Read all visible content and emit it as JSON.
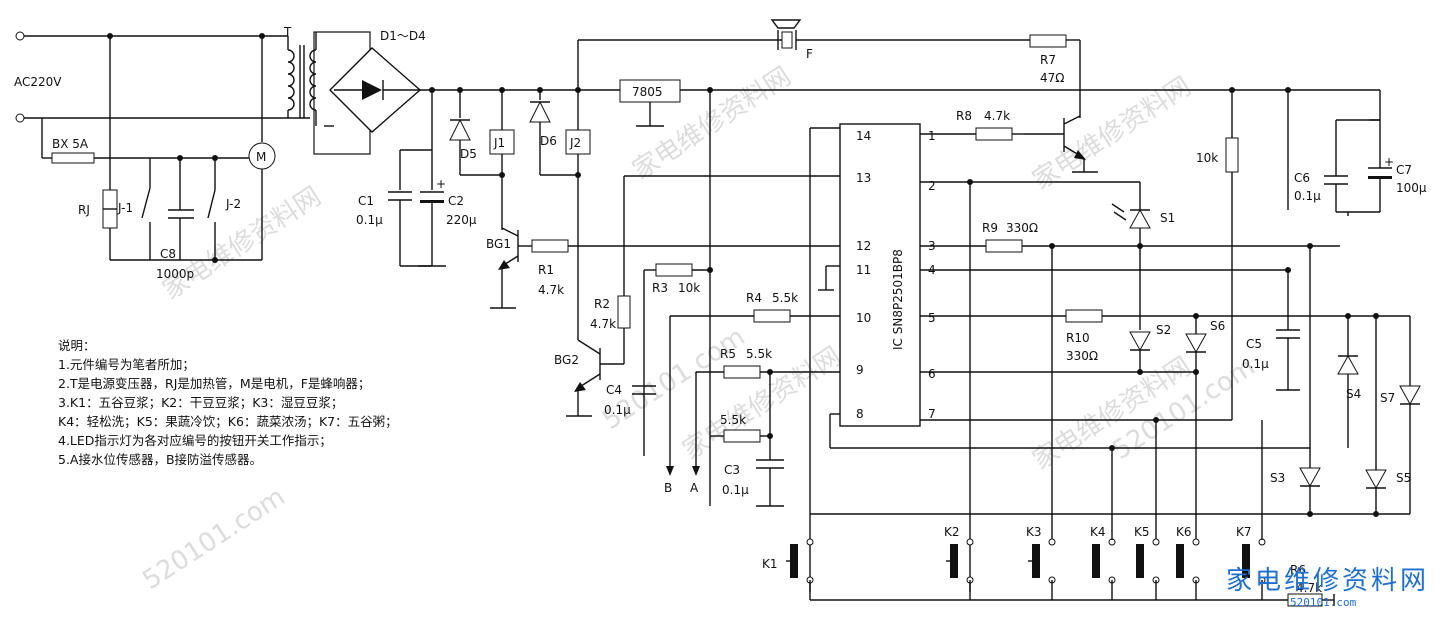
{
  "diagram": {
    "supply": "AC220V",
    "transformer": "T",
    "bridge": "D1～D4",
    "fuse": "BX 5A",
    "heater": "RJ",
    "motor": "M",
    "relay_contact_1": "J-1",
    "relay_contact_2": "J-2",
    "c8": "C8",
    "c8_value": "1000p",
    "c1": "C1",
    "c1_value": "0.1μ",
    "c2": "C2",
    "c2_value": "220μ",
    "d5": "D5",
    "d6": "D6",
    "j1": "J1",
    "j2": "J2",
    "regulator": "7805",
    "buzzer": "F",
    "r7": "R7",
    "r7_value": "47Ω",
    "r8": "R8",
    "r8_value": "4.7k",
    "r_10k": "10k",
    "c6": "C6",
    "c6_value": "0.1μ",
    "c7": "C7",
    "c7_value": "100μ",
    "ic": "IC SN8P2501BP8",
    "pins": [
      "14",
      "1",
      "13",
      "2",
      "12",
      "3",
      "11",
      "4",
      "10",
      "5",
      "9",
      "6",
      "8",
      "7"
    ],
    "bg1": "BG1",
    "bg2": "BG2",
    "r1": "R1",
    "r1_value": "4.7k",
    "r2": "R2",
    "r2_value": "4.7k",
    "r3": "R3",
    "r3_value": "10k",
    "r4": "R4",
    "r4_value": "5.5k",
    "r5": "R5",
    "r5_value": "5.5k",
    "r_5k5": "5.5k",
    "r9": "R9",
    "r9_value": "330Ω",
    "r10": "R10",
    "r10_value": "330Ω",
    "c3": "C3",
    "c3_value": "0.1μ",
    "c4": "C4",
    "c4_value": "0.1μ",
    "c5": "C5",
    "c5_value": "0.1μ",
    "b": "B",
    "a": "A",
    "leds": [
      "S1",
      "S2",
      "S3",
      "S4",
      "S5",
      "S6",
      "S7"
    ],
    "keys": [
      "K1",
      "K2",
      "K3",
      "K4",
      "K5",
      "K6",
      "K7"
    ],
    "r6": "R6",
    "r6_value": "4.7k"
  },
  "notes": {
    "title": "说明：",
    "lines": [
      "1.元件编号为笔者所加；",
      "2.T是电源变压器，RJ是加热管，M是电机，F是蜂响器；",
      "3.K1：五谷豆浆；K2：干豆豆浆；K3：湿豆豆浆；",
      "K4：轻松洗；K5：果蔬冷饮；K6：蔬菜浓汤；K7：五谷粥；",
      "4.LED指示灯为各对应编号的按钮开关工作指示；",
      "5.A接水位传感器，B接防溢传感器。"
    ]
  },
  "watermark": {
    "text": "家电维修资料网",
    "url": "520101.com",
    "logo": "家电维修资料网",
    "logo_url": "520101.com"
  }
}
